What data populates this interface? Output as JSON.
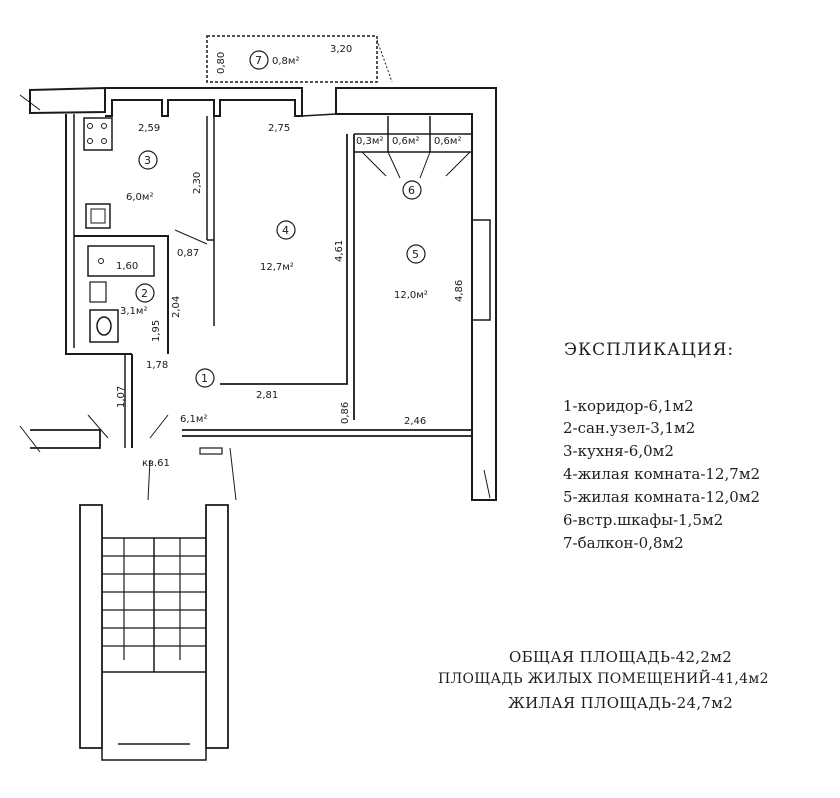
{
  "rooms": {
    "corridor": {
      "num": "1",
      "area": "6,1м²"
    },
    "bath": {
      "num": "2",
      "area": "3,1м²"
    },
    "kitchen": {
      "num": "3",
      "area": "6,0м²"
    },
    "room4": {
      "num": "4",
      "area": "12,7м²"
    },
    "room5": {
      "num": "5",
      "area": "12,0м²"
    },
    "closets": {
      "num": "6",
      "areas": [
        "0,3м²",
        "0,6м²",
        "0,6м²"
      ]
    },
    "balcony": {
      "num": "7",
      "area": "0,8м²"
    }
  },
  "dimensions": {
    "balcony_width": "3,20",
    "balcony_depth": "0,80",
    "kitchen_width": "2,59",
    "room4_width": "2,75",
    "room4_depth": "4,61",
    "partition": "2,30",
    "door": "0,87",
    "bath_tub": "1,60",
    "bath_depth": "2,04",
    "bath_inner": "1,95",
    "bath_width": "1,78",
    "corridor_len": "1,07",
    "corridor_width": "2,81",
    "hall_depth": "0,86",
    "room5_width": "2,46",
    "room5_depth": "4,86"
  },
  "apartment_label": "кв.61",
  "legend": {
    "title": "ЭКСПЛИКАЦИЯ:",
    "items": [
      "1-коридор-6,1м2",
      "2-сан.узел-3,1м2",
      "3-кухня-6,0м2",
      "4-жилая комната-12,7м2",
      "5-жилая комната-12,0м2",
      "6-встр.шкафы-1,5м2",
      "7-балкон-0,8м2"
    ],
    "totals": [
      "ОБЩАЯ ПЛОЩАДЬ-42,2м2",
      "ПЛОЩАДЬ ЖИЛЫХ ПОМЕЩЕНИЙ-41,4м2",
      "ЖИЛАЯ ПЛОЩАДЬ-24,7м2"
    ]
  }
}
